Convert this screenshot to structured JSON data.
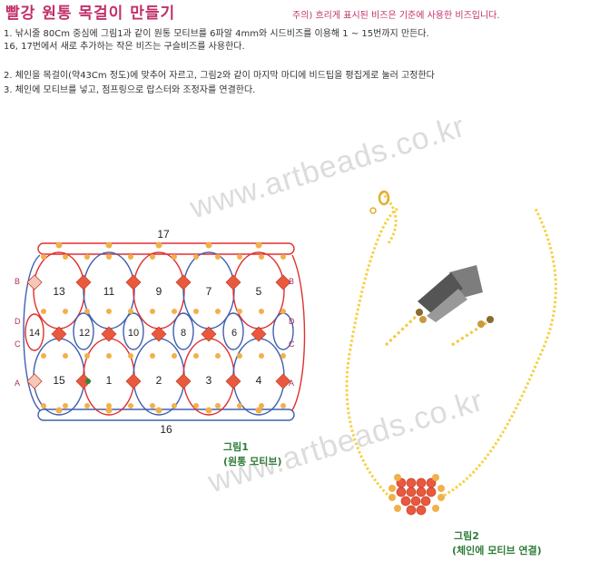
{
  "title": "빨강 원통 목걸이 만들기",
  "note": "주의) 흐리게 표시된 비즈은 기준에 사용한 비즈입니다.",
  "steps": [
    "1. 낚시줄 80Cm 중심에 그림1과 같이 원통 모티브를 6파알 4mm와 시드비즈를 이용해 1 ~ 15번까지 만든다.",
    "    16, 17번에서 새로 추가하는 작은 비즈는 구슬비즈를 사용한다.",
    "2. 체인을 목걸이(약43Cm 정도)에 맞추어 자르고, 그림2와 같이 마지막 마디에 비드팁을 평집게로 눌러 고정한다",
    "3. 체인에 모티브를 넣고, 점프링으로 랍스터와 조정자를 연결한다."
  ],
  "watermark": "www.artbeads.co.kr",
  "figure1": {
    "caption_line1": "그림1",
    "caption_line2": "(원통 모티브)",
    "top_label": "17",
    "bottom_label": "16",
    "side_labels_left": [
      "B",
      "D",
      "C",
      "A"
    ],
    "side_labels_right": [
      "B",
      "D",
      "C",
      "A"
    ],
    "row_top": [
      "13",
      "11",
      "9",
      "7",
      "5"
    ],
    "row_middle": [
      "14",
      "12",
      "10",
      "8",
      "6"
    ],
    "row_bottom": [
      "15",
      "1",
      "2",
      "3",
      "4"
    ]
  },
  "figure2": {
    "caption_line1": "그림2",
    "caption_line2": "(체인에 모티브 연결)"
  },
  "colors": {
    "title": "#c0306a",
    "caption": "#2f7d3a",
    "red_line": "#e03030",
    "blue_line": "#4060b0",
    "bead_red": "#e8593e",
    "bead_gold": "#f2b04a",
    "chain_gold": "#f6d040"
  }
}
